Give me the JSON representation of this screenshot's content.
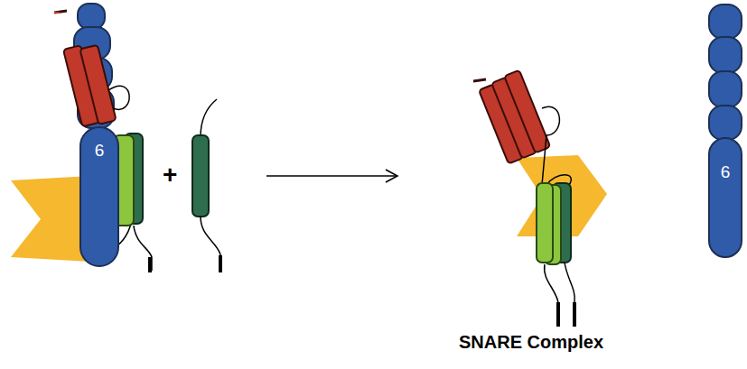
{
  "diagram": {
    "nodes": [
      {
        "text": [
          "6"
        ]
      },
      {
        "text": [
          "6"
        ]
      }
    ],
    "labels": [
      "+",
      "SNARE Complex"
    ]
  }
}
